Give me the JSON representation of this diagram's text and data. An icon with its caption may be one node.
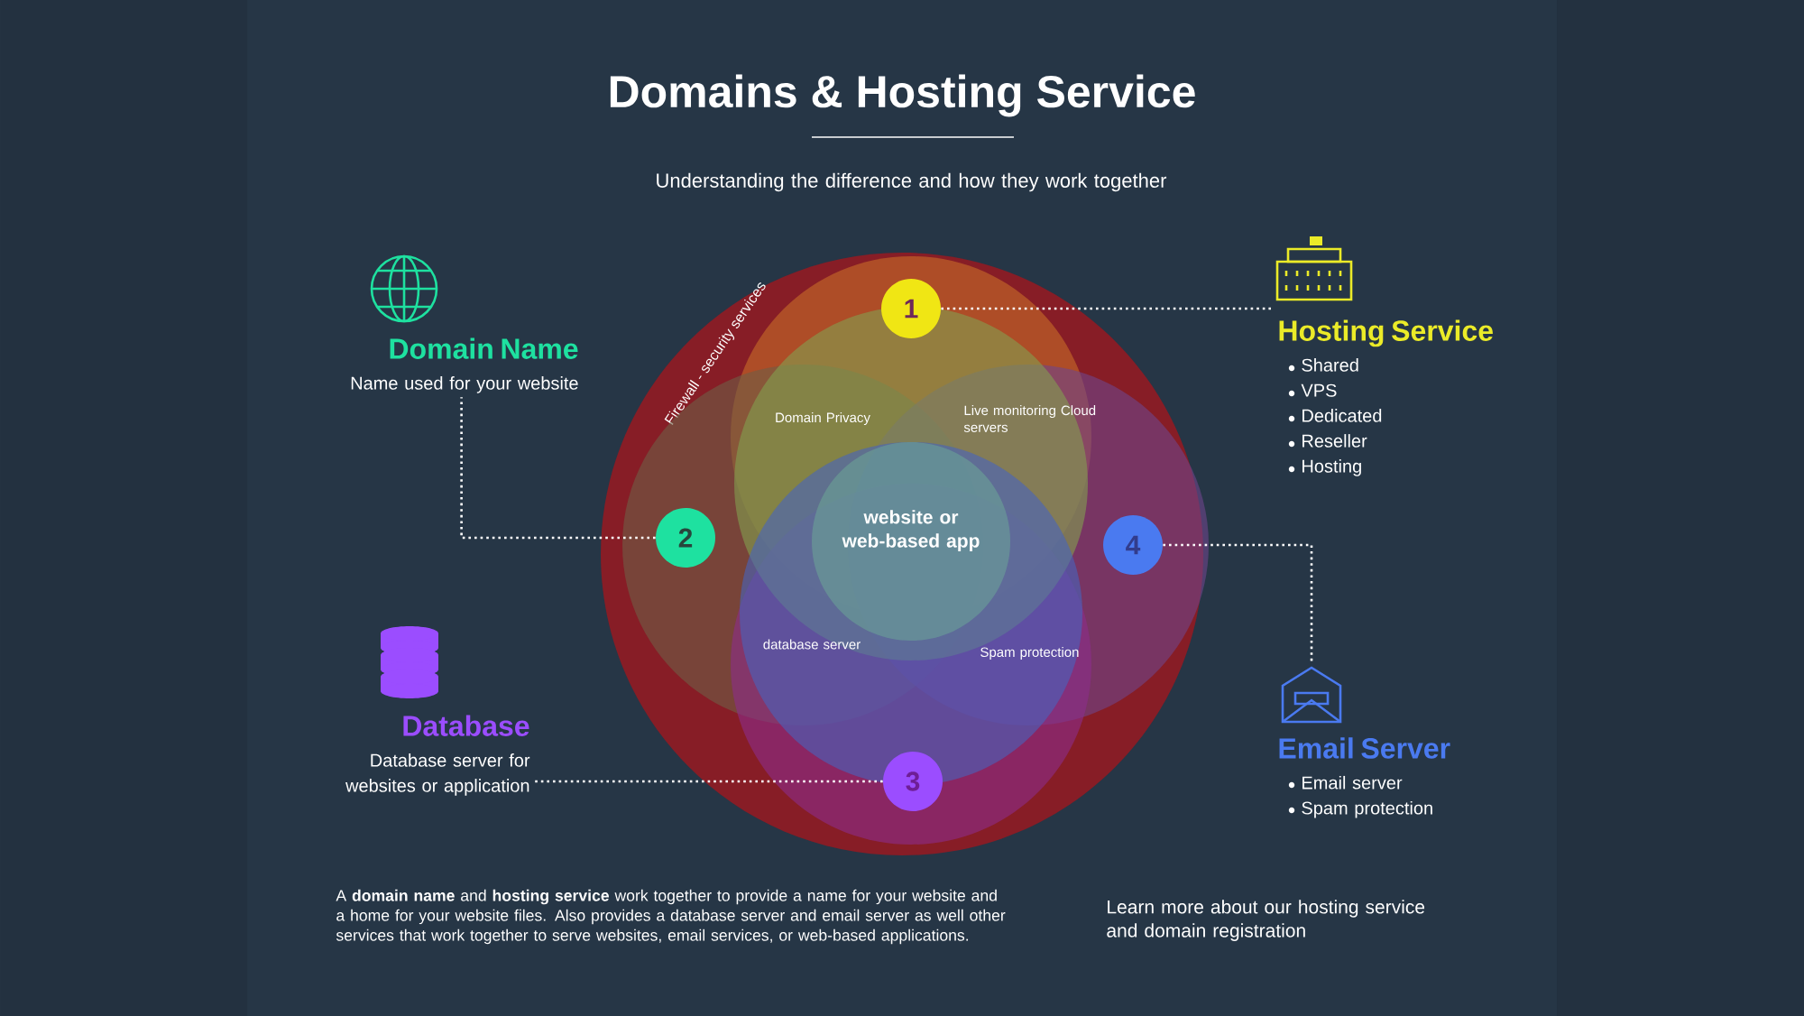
{
  "diagram": {
    "title": "Domains & Hosting Service",
    "nodes": [
      {
        "text": [
          "Firewall - security services"
        ]
      },
      {
        "text": [
          "1"
        ],
        "in": 0
      },
      {
        "text": [
          "2"
        ],
        "in": 0
      },
      {
        "text": [
          "3"
        ],
        "in": 0
      },
      {
        "text": [
          "4"
        ],
        "in": 0
      },
      {
        "text": [
          "Domain Name",
          "Name used for your website"
        ]
      },
      {
        "text": [
          "Hosting Service",
          "Shared",
          "VPS",
          "Dedicated",
          "Reseller",
          "Hosting"
        ]
      },
      {
        "text": [
          "Database",
          "Database server for websites or application"
        ]
      },
      {
        "text": [
          "Email Server",
          "Email server",
          "Spam protection"
        ]
      }
    ],
    "edges": [
      {
        "from": 1,
        "to": 6,
        "arrow": "none"
      },
      {
        "from": 2,
        "to": 5,
        "arrow": "none"
      },
      {
        "from": 3,
        "to": 7,
        "arrow": "none"
      },
      {
        "from": 4,
        "to": 8,
        "arrow": "none"
      }
    ],
    "labels": [
      "Understanding the difference and how they work together",
      "Domain Privacy",
      "Live monitoring Cloud servers",
      "website or web-based app",
      "database server",
      "Spam protection",
      "A **domain name** and **hosting service** work together to provide a name for your website and a home for your website files. Also provides a database server and email server as well other services that work together to serve websites, email services, or web-based applications.",
      "Learn more about our hosting service and domain registration"
    ]
  }
}
